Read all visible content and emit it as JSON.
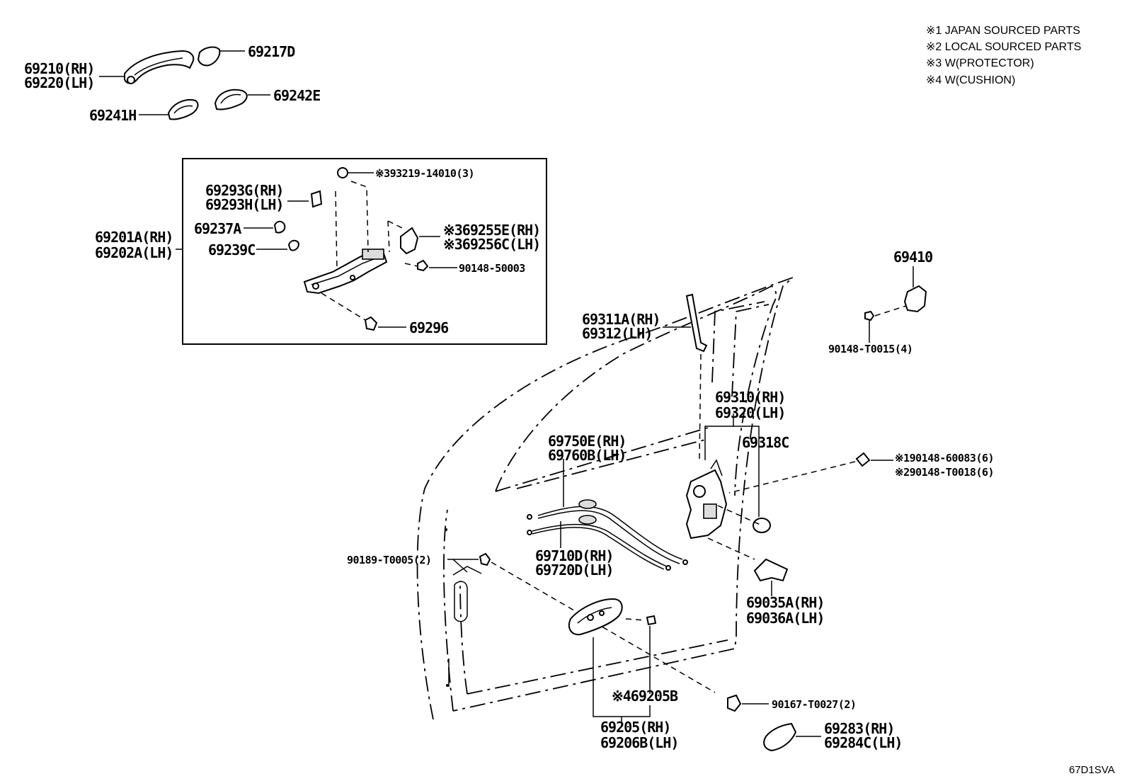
{
  "notes": [
    "※1 JAPAN SOURCED PARTS",
    "※2 LOCAL SOURCED PARTS",
    "※3 W(PROTECTOR)",
    "※4 W(CUSHION)"
  ],
  "diagram_code": "67D1SVA",
  "labels": {
    "p69210": "69210(RH)",
    "p69220": "69220(LH)",
    "p69217D": "69217D",
    "p69242E": "69242E",
    "p69241H": "69241H",
    "p93219": "※393219-14010(3)",
    "p69293G": "69293G(RH)",
    "p69293H": "69293H(LH)",
    "p69237A": "69237A",
    "p69201A": "69201A(RH)",
    "p69202A": "69202A(LH)",
    "p69239C": "69239C",
    "p69255E": "※369255E(RH)",
    "p69256C": "※369256C(LH)",
    "p90148_50003": "90148-50003",
    "p69296": "69296",
    "p69410": "69410",
    "p90148_T0015": "90148-T0015(4)",
    "p69311A": "69311A(RH)",
    "p69312": "69312(LH)",
    "p69310": "69310(RH)",
    "p69320": "69320(LH)",
    "p69318C": "69318C",
    "p90148_60083": "※190148-60083(6)",
    "p90148_T0018": "※290148-T0018(6)",
    "p69750E": "69750E(RH)",
    "p69760B": "69760B(LH)",
    "p90189": "90189-T0005(2)",
    "p69710D": "69710D(RH)",
    "p69720D": "69720D(LH)",
    "p69035A": "69035A(RH)",
    "p69036A": "69036A(LH)",
    "p69205B": "※469205B",
    "p90167": "90167-T0027(2)",
    "p69205": "69205(RH)",
    "p69206B": "69206B(LH)",
    "p69283": "69283(RH)",
    "p69284C": "69284C(LH)"
  }
}
